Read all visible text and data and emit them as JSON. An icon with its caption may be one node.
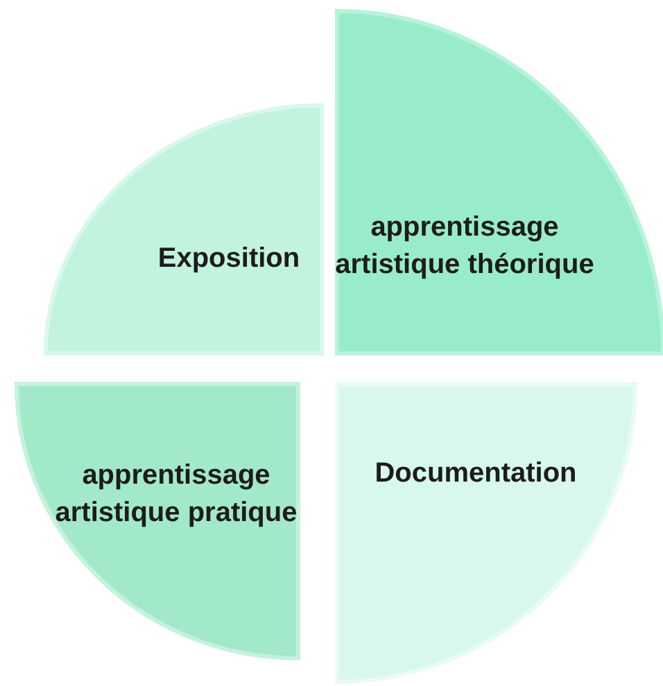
{
  "diagram": {
    "nodes": [
      {
        "text": [
          "Exposition"
        ]
      },
      {
        "text": [
          "apprentissage artistique théorique"
        ]
      },
      {
        "text": [
          "apprentissage artistique pratique"
        ]
      },
      {
        "text": [
          "Documentation"
        ]
      }
    ]
  }
}
